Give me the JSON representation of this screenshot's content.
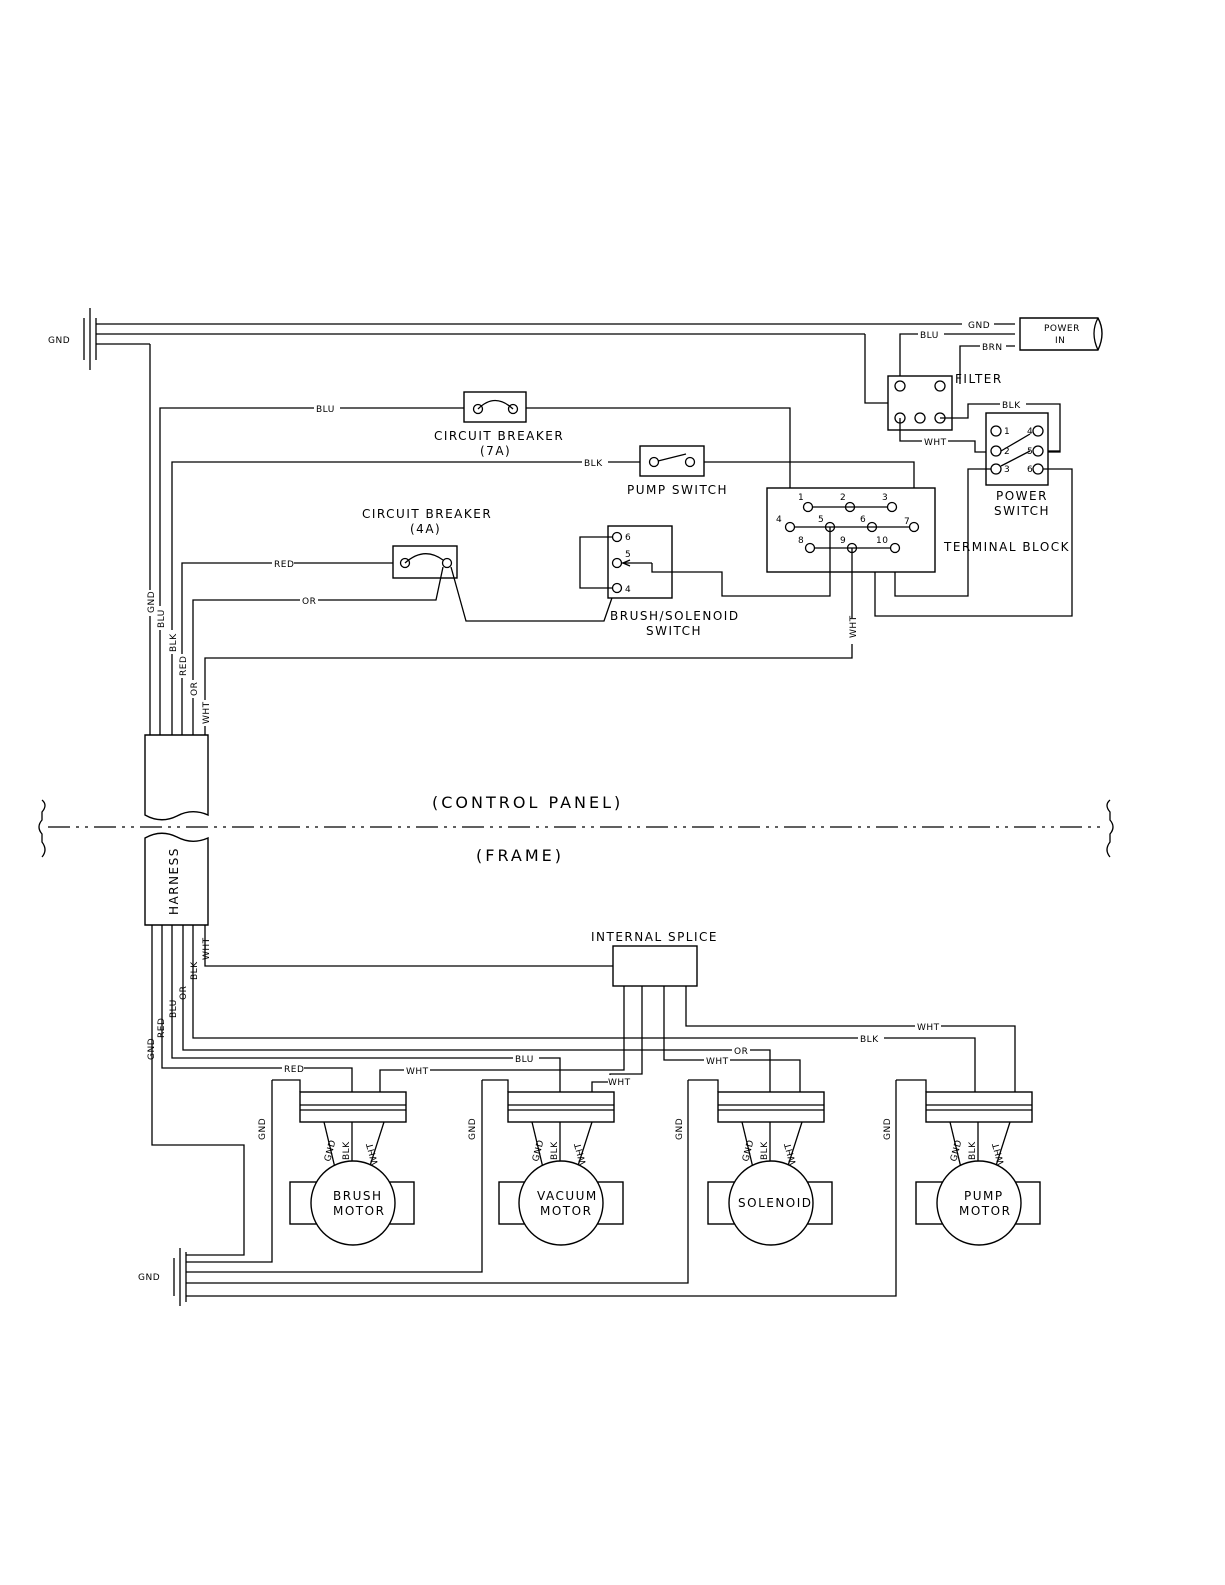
{
  "labels": {
    "gnd_top": "GND",
    "gnd_bottom": "GND",
    "power_in_line1": "POWER",
    "power_in_line2": "IN",
    "filter": "FILTER",
    "power_switch_line1": "POWER",
    "power_switch_line2": "SWITCH",
    "terminal_block": "TERMINAL BLOCK",
    "circuit_breaker_7a_line1": "CIRCUIT BREAKER",
    "circuit_breaker_7a_line2": "(7A)",
    "pump_switch": "PUMP SWITCH",
    "circuit_breaker_4a_line1": "CIRCUIT BREAKER",
    "circuit_breaker_4a_line2": "(4A)",
    "brush_solenoid_switch_line1": "BRUSH/SOLENOID",
    "brush_solenoid_switch_line2": "SWITCH",
    "control_panel": "(CONTROL PANEL)",
    "frame": "(FRAME)",
    "harness": "HARNESS",
    "internal_splice": "INTERNAL SPLICE",
    "brush_motor_line1": "BRUSH",
    "brush_motor_line2": "MOTOR",
    "vacuum_motor_line1": "VACUUM",
    "vacuum_motor_line2": "MOTOR",
    "solenoid": "SOLENOID",
    "pump_motor_line1": "PUMP",
    "pump_motor_line2": "MOTOR"
  },
  "wire_colors": {
    "gnd": "GND",
    "blu": "BLU",
    "brn": "BRN",
    "blk": "BLK",
    "wht": "WHT",
    "red": "RED",
    "or": "OR"
  },
  "terminal_block_numbers": [
    "1",
    "2",
    "3",
    "4",
    "5",
    "6",
    "7",
    "8",
    "9",
    "10"
  ],
  "power_switch_numbers": [
    "1",
    "2",
    "3",
    "4",
    "5",
    "6"
  ],
  "brush_switch_numbers": [
    "4",
    "5",
    "6"
  ]
}
